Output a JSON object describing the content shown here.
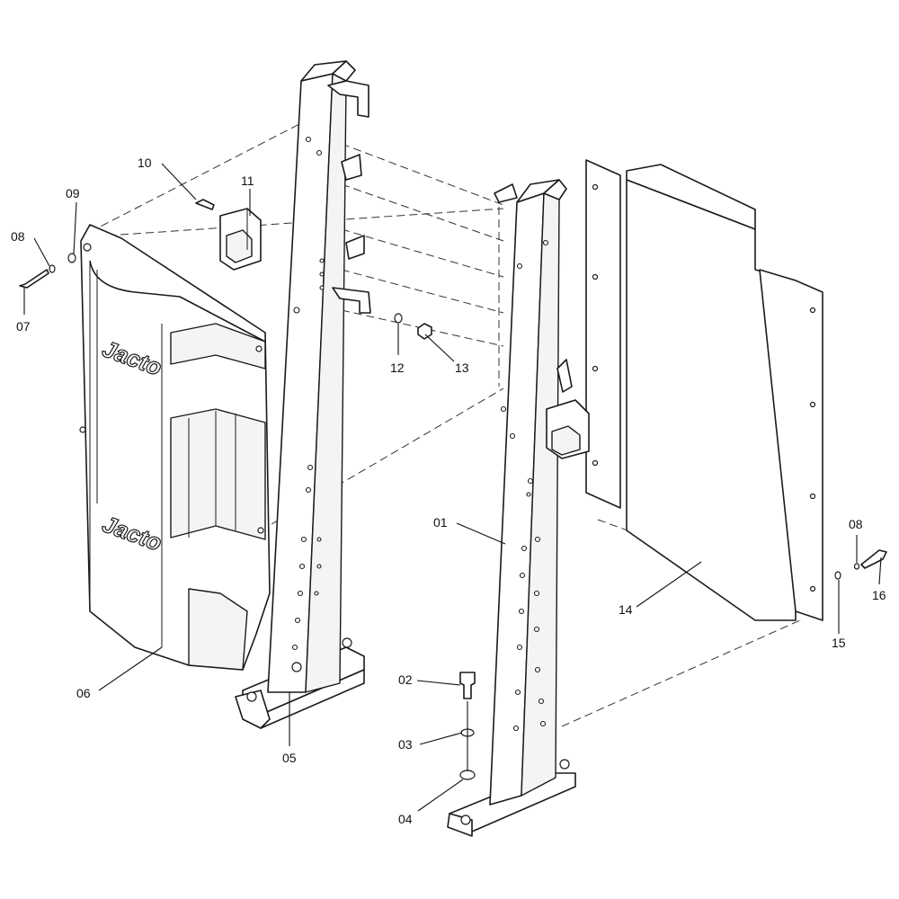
{
  "logo_text": "Jacto",
  "callouts": [
    {
      "id": "c01",
      "label": "01"
    },
    {
      "id": "c02",
      "label": "02"
    },
    {
      "id": "c03",
      "label": "03"
    },
    {
      "id": "c04",
      "label": "04"
    },
    {
      "id": "c05",
      "label": "05"
    },
    {
      "id": "c06",
      "label": "06"
    },
    {
      "id": "c07",
      "label": "07"
    },
    {
      "id": "c08a",
      "label": "08"
    },
    {
      "id": "c08b",
      "label": "08"
    },
    {
      "id": "c09",
      "label": "09"
    },
    {
      "id": "c10",
      "label": "10"
    },
    {
      "id": "c11",
      "label": "11"
    },
    {
      "id": "c12",
      "label": "12"
    },
    {
      "id": "c13",
      "label": "13"
    },
    {
      "id": "c14",
      "label": "14"
    },
    {
      "id": "c15",
      "label": "15"
    },
    {
      "id": "c16",
      "label": "16"
    }
  ]
}
